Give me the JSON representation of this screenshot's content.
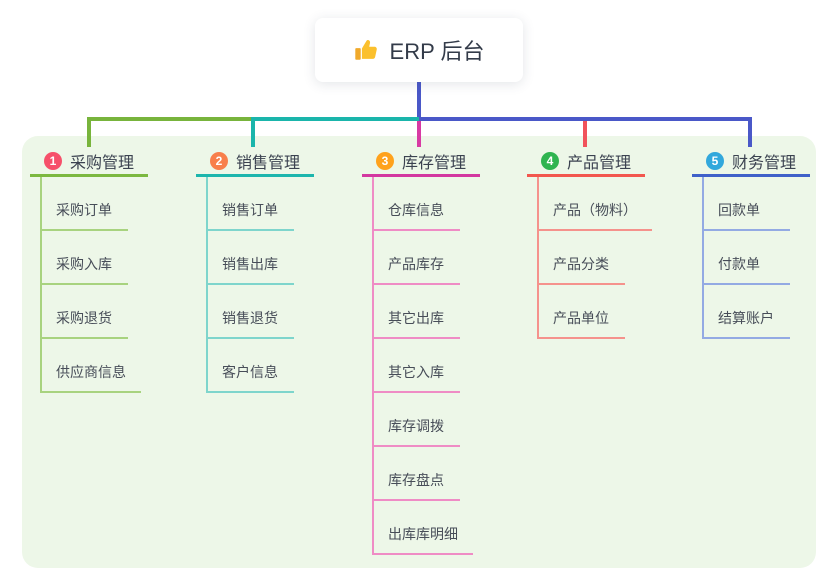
{
  "root": {
    "label": "ERP 后台",
    "icon": "thumbs-up-icon"
  },
  "colors": {
    "panel_bg": "#edf7e8",
    "root_connector": "#4a58c8",
    "bus_green": "#78b43c",
    "bus_teal": "#1ab5ab",
    "bus_blue": "#4a58c8",
    "drop_magenta": "#d83aa4",
    "drop_red": "#f1525b"
  },
  "branches": [
    {
      "badge": "1",
      "title": "采购管理",
      "badge_color": "#f6506a",
      "main_color": "#7cb840",
      "light_color": "#a8d37f",
      "children": [
        "采购订单",
        "采购入库",
        "采购退货",
        "供应商信息"
      ]
    },
    {
      "badge": "2",
      "title": "销售管理",
      "badge_color": "#f87f4b",
      "main_color": "#1db6ad",
      "light_color": "#7ed5cc",
      "children": [
        "销售订单",
        "销售出库",
        "销售退货",
        "客户信息"
      ]
    },
    {
      "badge": "3",
      "title": "库存管理",
      "badge_color": "#ffa21c",
      "main_color": "#d338a0",
      "light_color": "#ef8cc5",
      "children": [
        "仓库信息",
        "产品库存",
        "其它出库",
        "其它入库",
        "库存调拨",
        "库存盘点",
        "出库库明细"
      ]
    },
    {
      "badge": "4",
      "title": "产品管理",
      "badge_color": "#2fb450",
      "main_color": "#f2574e",
      "light_color": "#f5928c",
      "children": [
        "产品（物料）",
        "产品分类",
        "产品单位"
      ]
    },
    {
      "badge": "5",
      "title": "财务管理",
      "badge_color": "#32a8dc",
      "main_color": "#3f61c9",
      "light_color": "#93aae3",
      "children": [
        "回款单",
        "付款单",
        "结算账户"
      ]
    }
  ]
}
